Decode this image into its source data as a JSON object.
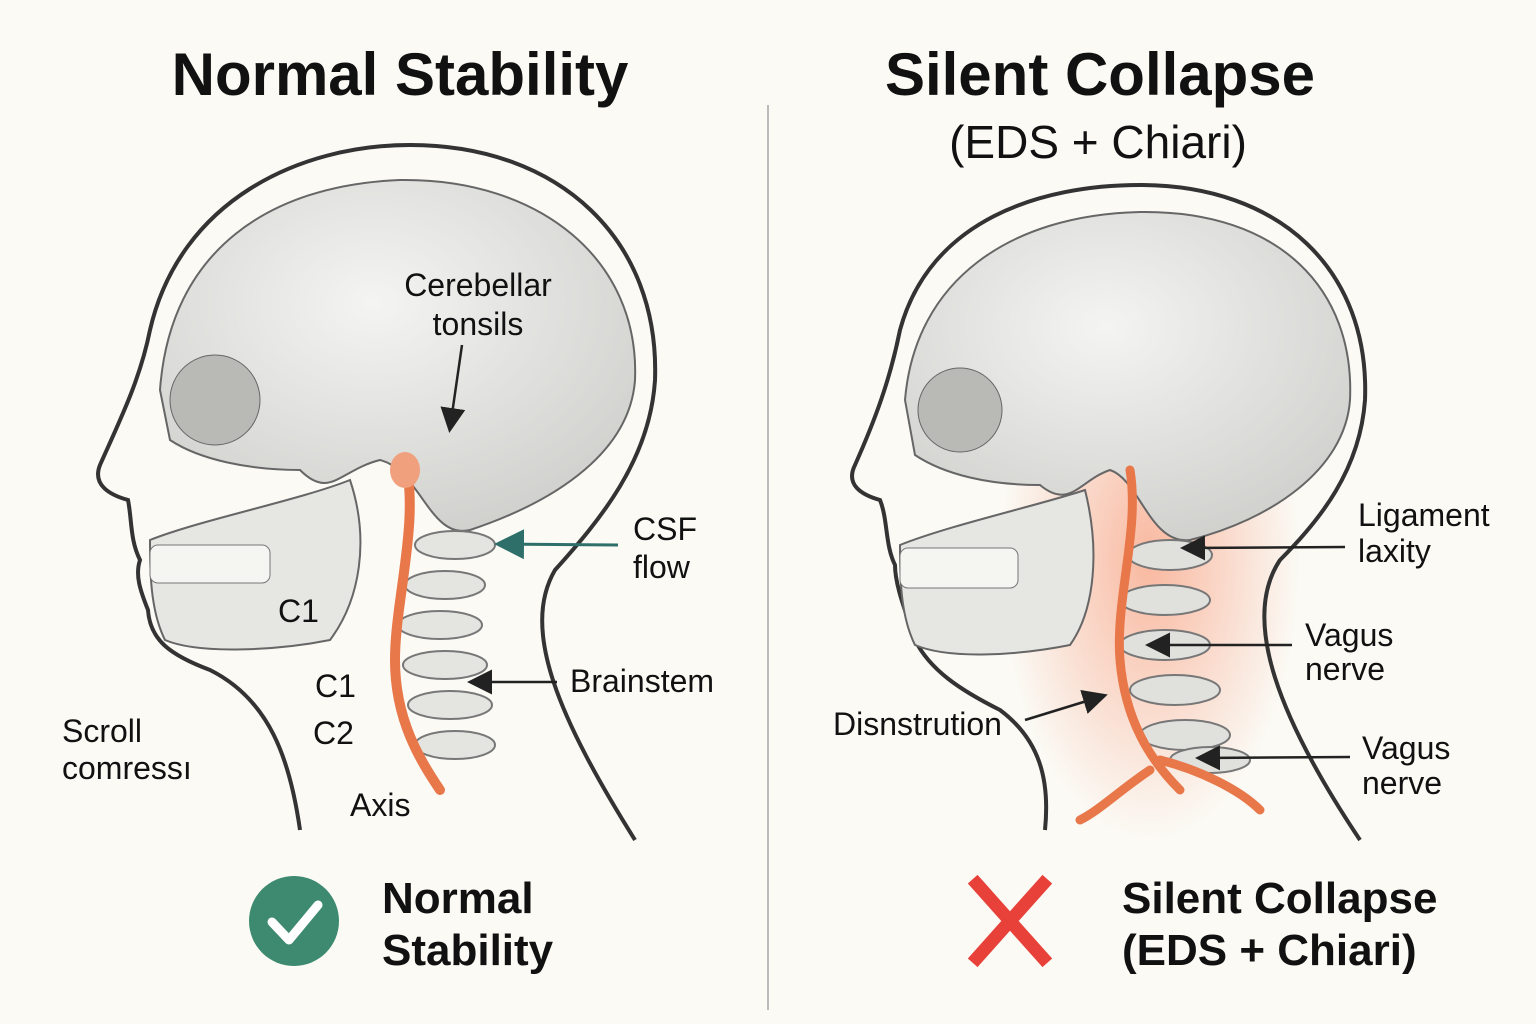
{
  "left": {
    "title": "Normal Stability",
    "labels": {
      "cerebellar_1": "Cerebellar",
      "cerebellar_2": "tonsils",
      "csf_1": "CSF",
      "csf_2": "flow",
      "c1_jaw": "C1",
      "brainstem": "Brainstem",
      "c1": "C1",
      "c2": "C2",
      "axis": "Axis",
      "scroll_1": "Scroll",
      "scroll_2": "comressı"
    },
    "footer_1": "Normal",
    "footer_2": "Stability",
    "status_icon": "check-circle-icon",
    "status_color": "#3d8a70"
  },
  "right": {
    "title": "Silent Collapse",
    "subtitle": "(EDS + Chiari)",
    "labels": {
      "ligament_1": "Ligament",
      "ligament_2": "laxity",
      "vagus_a1": "Vagus",
      "vagus_a2": "nerve",
      "vagus_b1": "Vagus",
      "vagus_b2": "nerve",
      "disruption": "Disnstrution"
    },
    "footer_1": "Silent Collapse",
    "footer_2": "(EDS + Chiari)",
    "status_icon": "x-mark-icon",
    "status_color": "#e8413a"
  },
  "colors": {
    "cord": "#e8784a",
    "arrow_csf": "#2e6f6a",
    "background": "#fbfaf5"
  }
}
